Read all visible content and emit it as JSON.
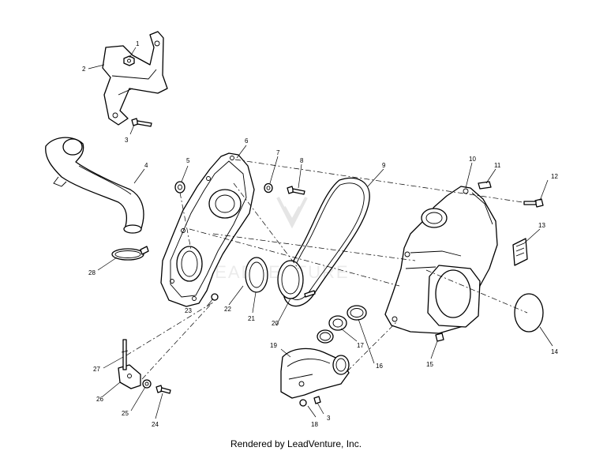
{
  "footer": "Rendered by LeadVenture, Inc.",
  "watermark": "LEADVENTURE",
  "callouts": {
    "c1": "1",
    "c2": "2",
    "c3a": "3",
    "c3b": "3",
    "c4": "4",
    "c5": "5",
    "c6": "6",
    "c7": "7",
    "c8": "8",
    "c9": "9",
    "c10": "10",
    "c11": "11",
    "c12": "12",
    "c13": "13",
    "c14": "14",
    "c15": "15",
    "c16": "16",
    "c17": "17",
    "c18": "18",
    "c19": "19",
    "c20": "20",
    "c21": "21",
    "c22": "22",
    "c23": "23",
    "c24": "24",
    "c25": "25",
    "c26": "26",
    "c27": "27",
    "c28": "28"
  }
}
